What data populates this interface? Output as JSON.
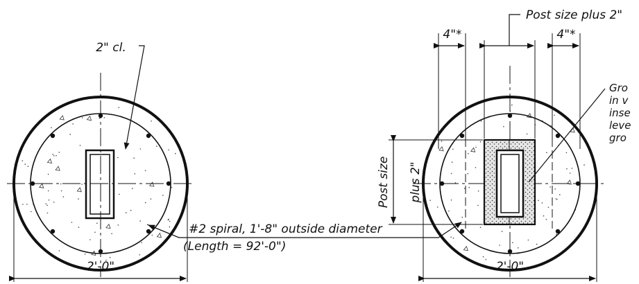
{
  "colors": {
    "ink": "#111111",
    "paper": "#ffffff",
    "grout_fill": "#d9d9d9"
  },
  "left_section": {
    "clear_cover_label": "2\" cl.",
    "diameter_label": "2'-0\""
  },
  "right_section": {
    "top_dim_label": "Post size plus 2\"",
    "left_gap_label": "4\"*",
    "right_gap_label": "4\"*",
    "side_dim_line1": "Post size",
    "side_dim_line2": "plus 2\"",
    "diameter_label": "2'-0\"",
    "grout_note": [
      "Gro",
      "in v",
      "inse",
      "leve",
      "gro"
    ]
  },
  "spiral_note": {
    "line1": "#2 spiral, 1'-8\" outside diameter",
    "line2": "(Length = 92'-0\")"
  }
}
